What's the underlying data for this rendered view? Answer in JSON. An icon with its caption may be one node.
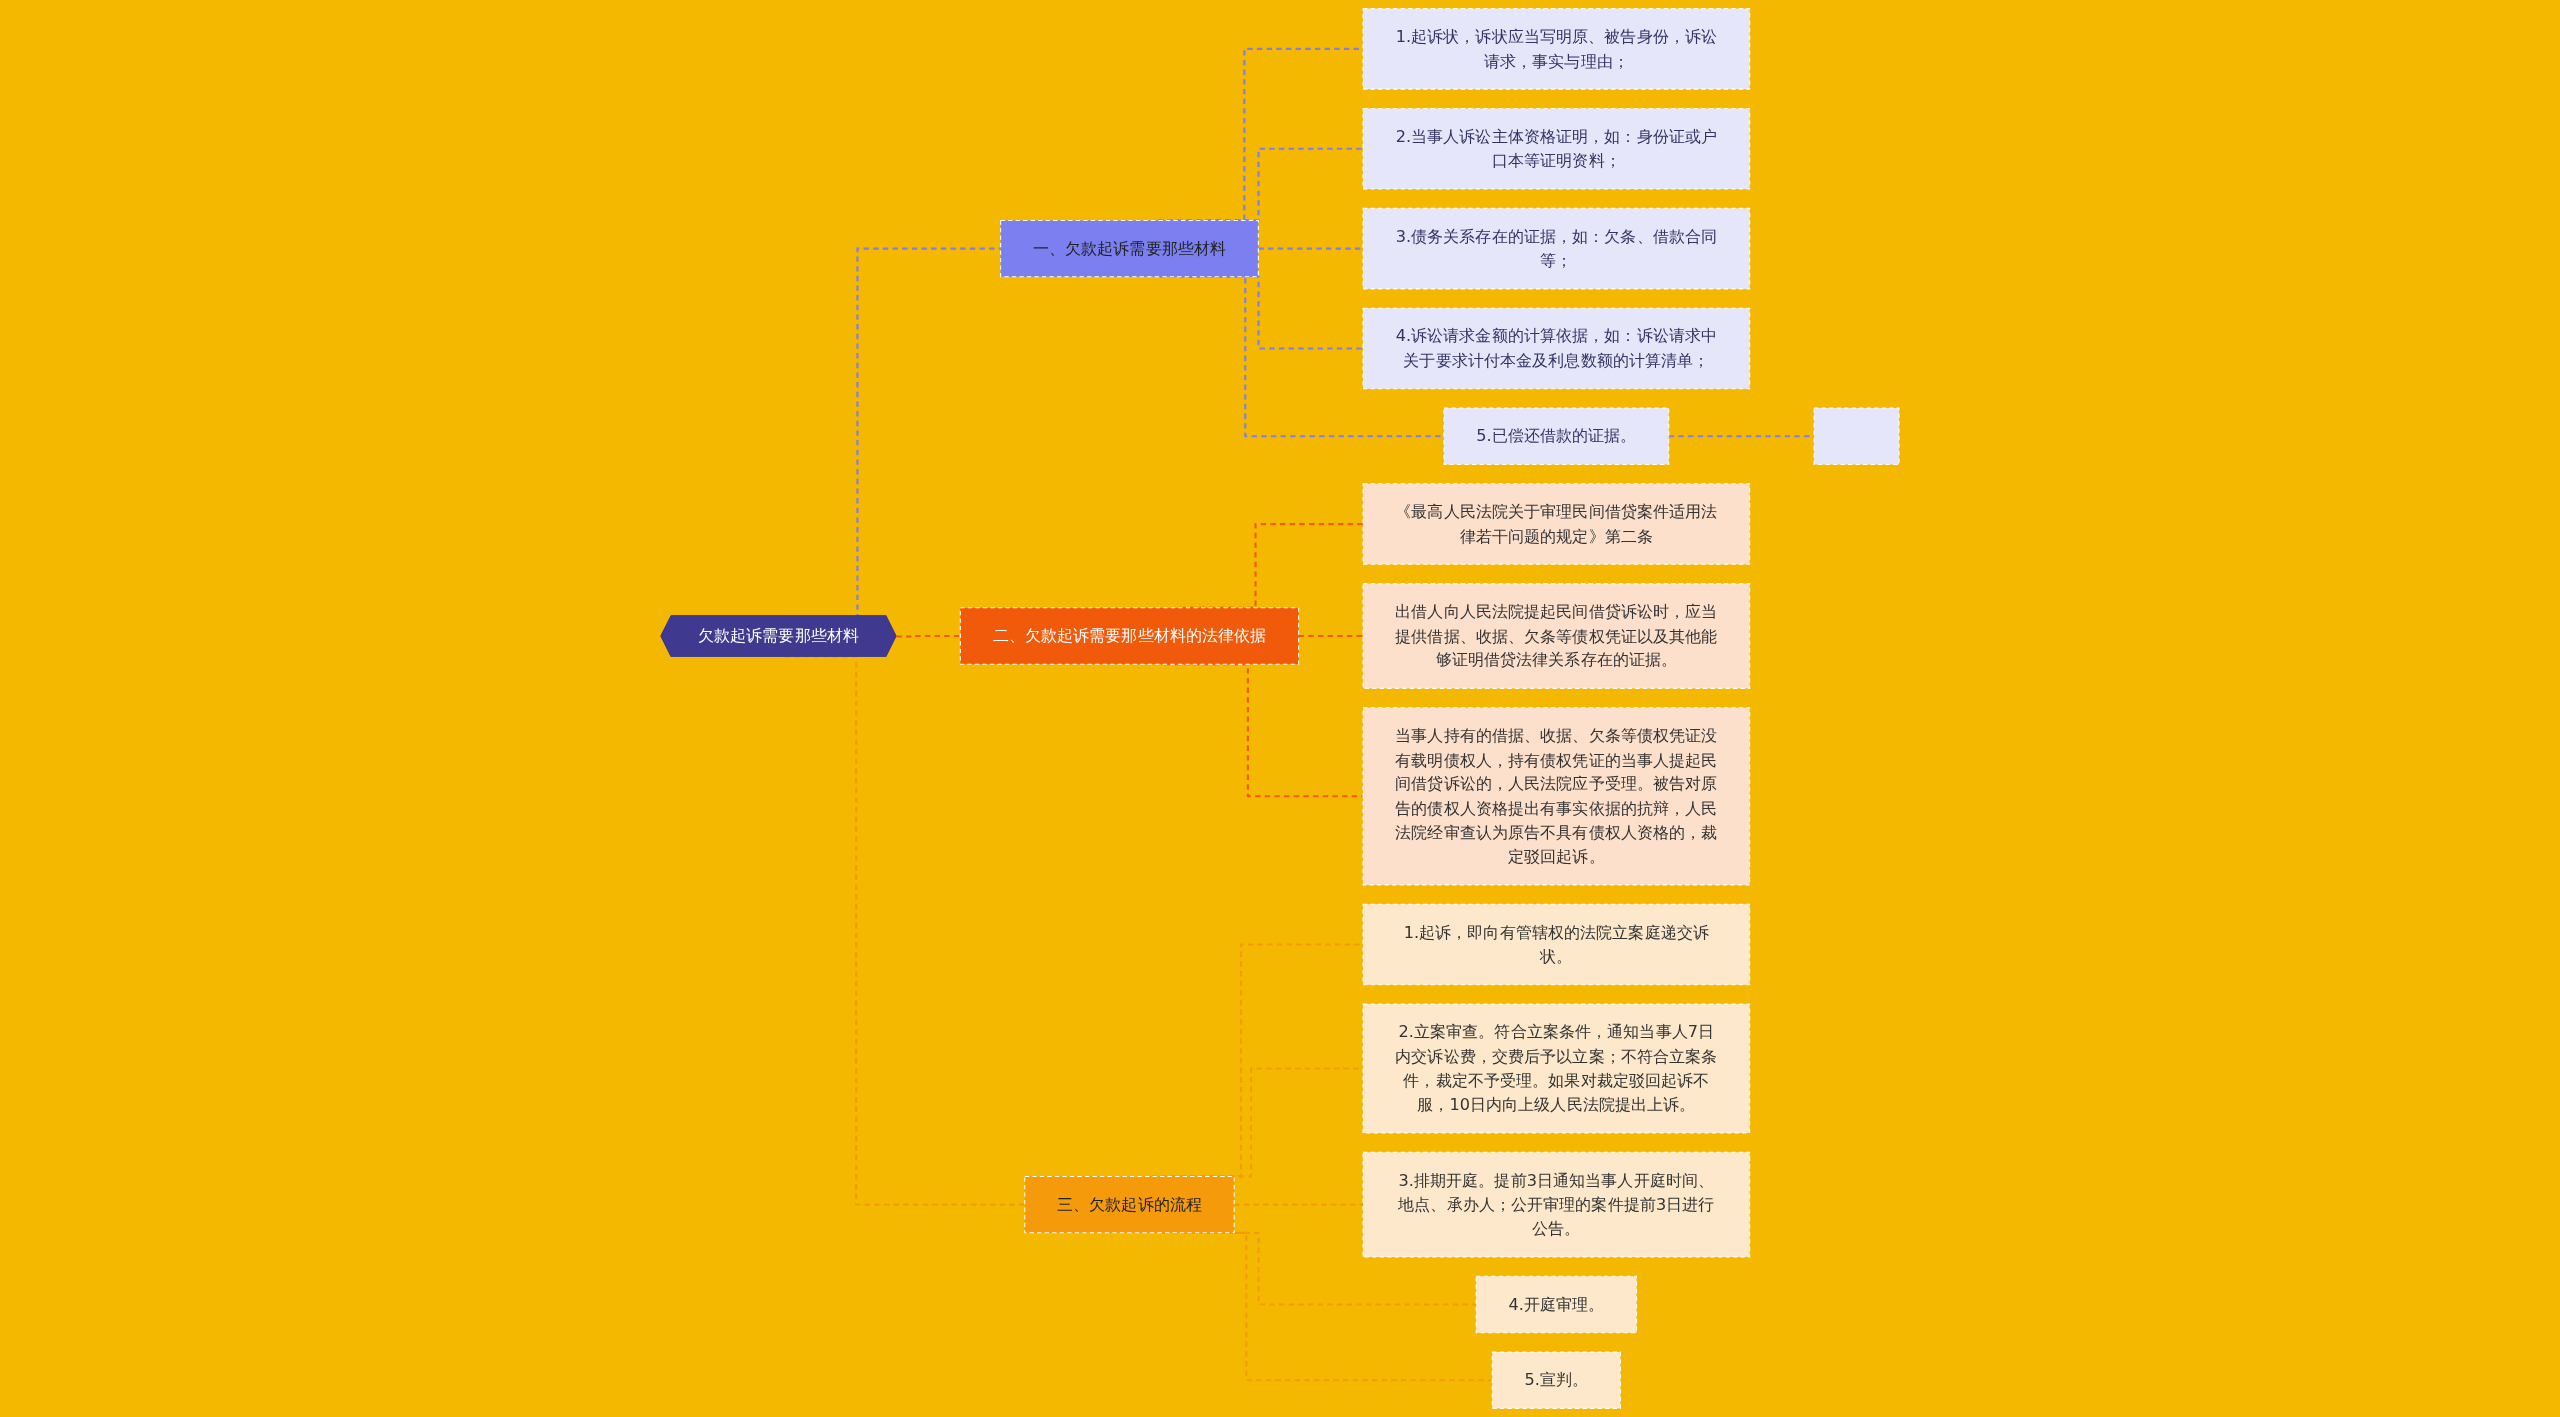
{
  "diagram": {
    "nodes": [
      {
        "text": [
          "欠款起诉需要那些材料"
        ]
      },
      {
        "text": [
          "一、欠款起诉需要那些材料"
        ]
      },
      {
        "text": [
          "1.起诉状，诉状应当写明原、被告身份，诉讼请求，事实与理由；"
        ]
      },
      {
        "text": [
          "2.当事人诉讼主体资格证明，如：身份证或户口本等证明资料；"
        ]
      },
      {
        "text": [
          "3.债务关系存在的证据，如：欠条、借款合同等；"
        ]
      },
      {
        "text": [
          "4.诉讼请求金额的计算依据，如：诉讼请求中关于要求计付本金及利息数额的计算清单；"
        ]
      },
      {
        "text": [
          "5.已偿还借款的证据。"
        ]
      },
      {
        "text": [],
        "shape": "box"
      },
      {
        "text": [
          "二、欠款起诉需要那些材料的法律依据"
        ]
      },
      {
        "text": [
          "《最高人民法院关于审理民间借贷案件适用法律若干问题的规定》第二条"
        ]
      },
      {
        "text": [
          "出借人向人民法院提起民间借贷诉讼时，应当提供借据、收据、欠条等债权凭证以及其他能够证明借贷法律关系存在的证据。"
        ]
      },
      {
        "text": [
          "当事人持有的借据、收据、欠条等债权凭证没有载明债权人，持有债权凭证的当事人提起民间借贷诉讼的，人民法院应予受理。被告对原告的债权人资格提出有事实依据的抗辩，人民法院经审查认为原告不具有债权人资格的，裁定驳回起诉。"
        ]
      },
      {
        "text": [
          "三、欠款起诉的流程"
        ]
      },
      {
        "text": [
          "1.起诉，即向有管辖权的法院立案庭递交诉状。"
        ]
      },
      {
        "text": [
          "2.立案审查。符合立案条件，通知当事人7日内交诉讼费，交费后予以立案；不符合立案条件，裁定不予受理。如果对裁定驳回起诉不服，10日内向上级人民法院提出上诉。"
        ]
      },
      {
        "text": [
          "3.排期开庭。提前3日通知当事人开庭时间、地点、承办人；公开审理的案件提前3日进行公告。"
        ]
      },
      {
        "text": [
          "4.开庭审理。"
        ]
      },
      {
        "text": [
          "5.宣判。"
        ]
      }
    ],
    "edges": [
      {
        "from": 0,
        "to": 1,
        "arrow": "none",
        "style": "dashed"
      },
      {
        "from": 1,
        "to": 2,
        "arrow": "none",
        "style": "dashed"
      },
      {
        "from": 1,
        "to": 3,
        "arrow": "none",
        "style": "dashed"
      },
      {
        "from": 1,
        "to": 4,
        "arrow": "none",
        "style": "dashed"
      },
      {
        "from": 1,
        "to": 5,
        "arrow": "none",
        "style": "dashed"
      },
      {
        "from": 1,
        "to": 6,
        "arrow": "none",
        "style": "dashed"
      },
      {
        "from": 6,
        "to": 7,
        "arrow": "none",
        "style": "dashed"
      },
      {
        "from": 0,
        "to": 8,
        "arrow": "none",
        "style": "dashed",
        "color": "#f05a0a"
      },
      {
        "from": 8,
        "to": 9,
        "arrow": "none",
        "style": "dashed",
        "color": "#f05a0a"
      },
      {
        "from": 8,
        "to": 10,
        "arrow": "none",
        "style": "dashed",
        "color": "#f05a0a"
      },
      {
        "from": 8,
        "to": 11,
        "arrow": "none",
        "style": "dashed",
        "color": "#f05a0a"
      },
      {
        "from": 0,
        "to": 12,
        "arrow": "none",
        "style": "dashed",
        "color": "#f59a0a"
      },
      {
        "from": 12,
        "to": 13,
        "arrow": "none",
        "style": "dashed",
        "color": "#f59a0a"
      },
      {
        "from": 12,
        "to": 14,
        "arrow": "none",
        "style": "dashed",
        "color": "#f59a0a"
      },
      {
        "from": 12,
        "to": 15,
        "arrow": "none",
        "style": "dashed",
        "color": "#f59a0a"
      },
      {
        "from": 12,
        "to": 16,
        "arrow": "none",
        "style": "dashed",
        "color": "#f59a0a"
      },
      {
        "from": 12,
        "to": 17,
        "arrow": "none",
        "style": "dashed",
        "color": "#f59a0a"
      }
    ]
  }
}
